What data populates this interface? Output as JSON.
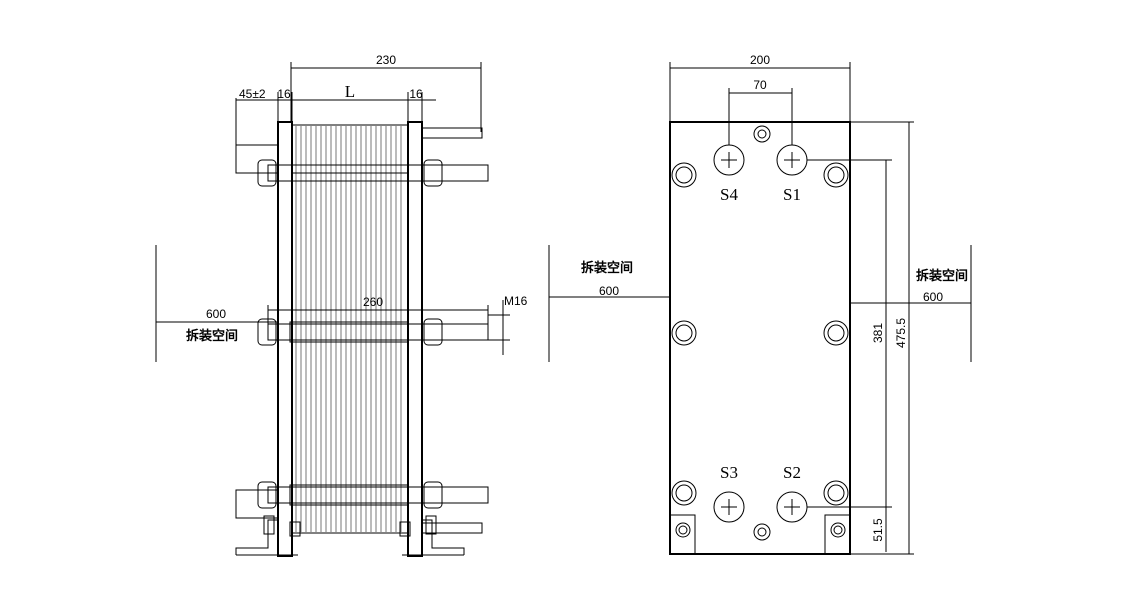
{
  "side_view": {
    "dim_overall": "230",
    "dim_tolerance": "45±2",
    "dim_left_plate": "16",
    "dim_l": "L",
    "dim_right_plate": "16",
    "dim_bolt_length": "260",
    "dim_bolt_size": "M16",
    "clearance_value": "600",
    "clearance_label": "拆装空间"
  },
  "front_view": {
    "dim_width": "200",
    "dim_port_spacing": "70",
    "dim_port_vertical": "381",
    "dim_total_height": "475.5",
    "dim_bottom": "51.5",
    "ports": [
      "S4",
      "S1",
      "S3",
      "S2"
    ],
    "clearance_left_value": "600",
    "clearance_left_label": "拆装空间",
    "clearance_right_value": "600",
    "clearance_right_label": "拆装空间"
  }
}
